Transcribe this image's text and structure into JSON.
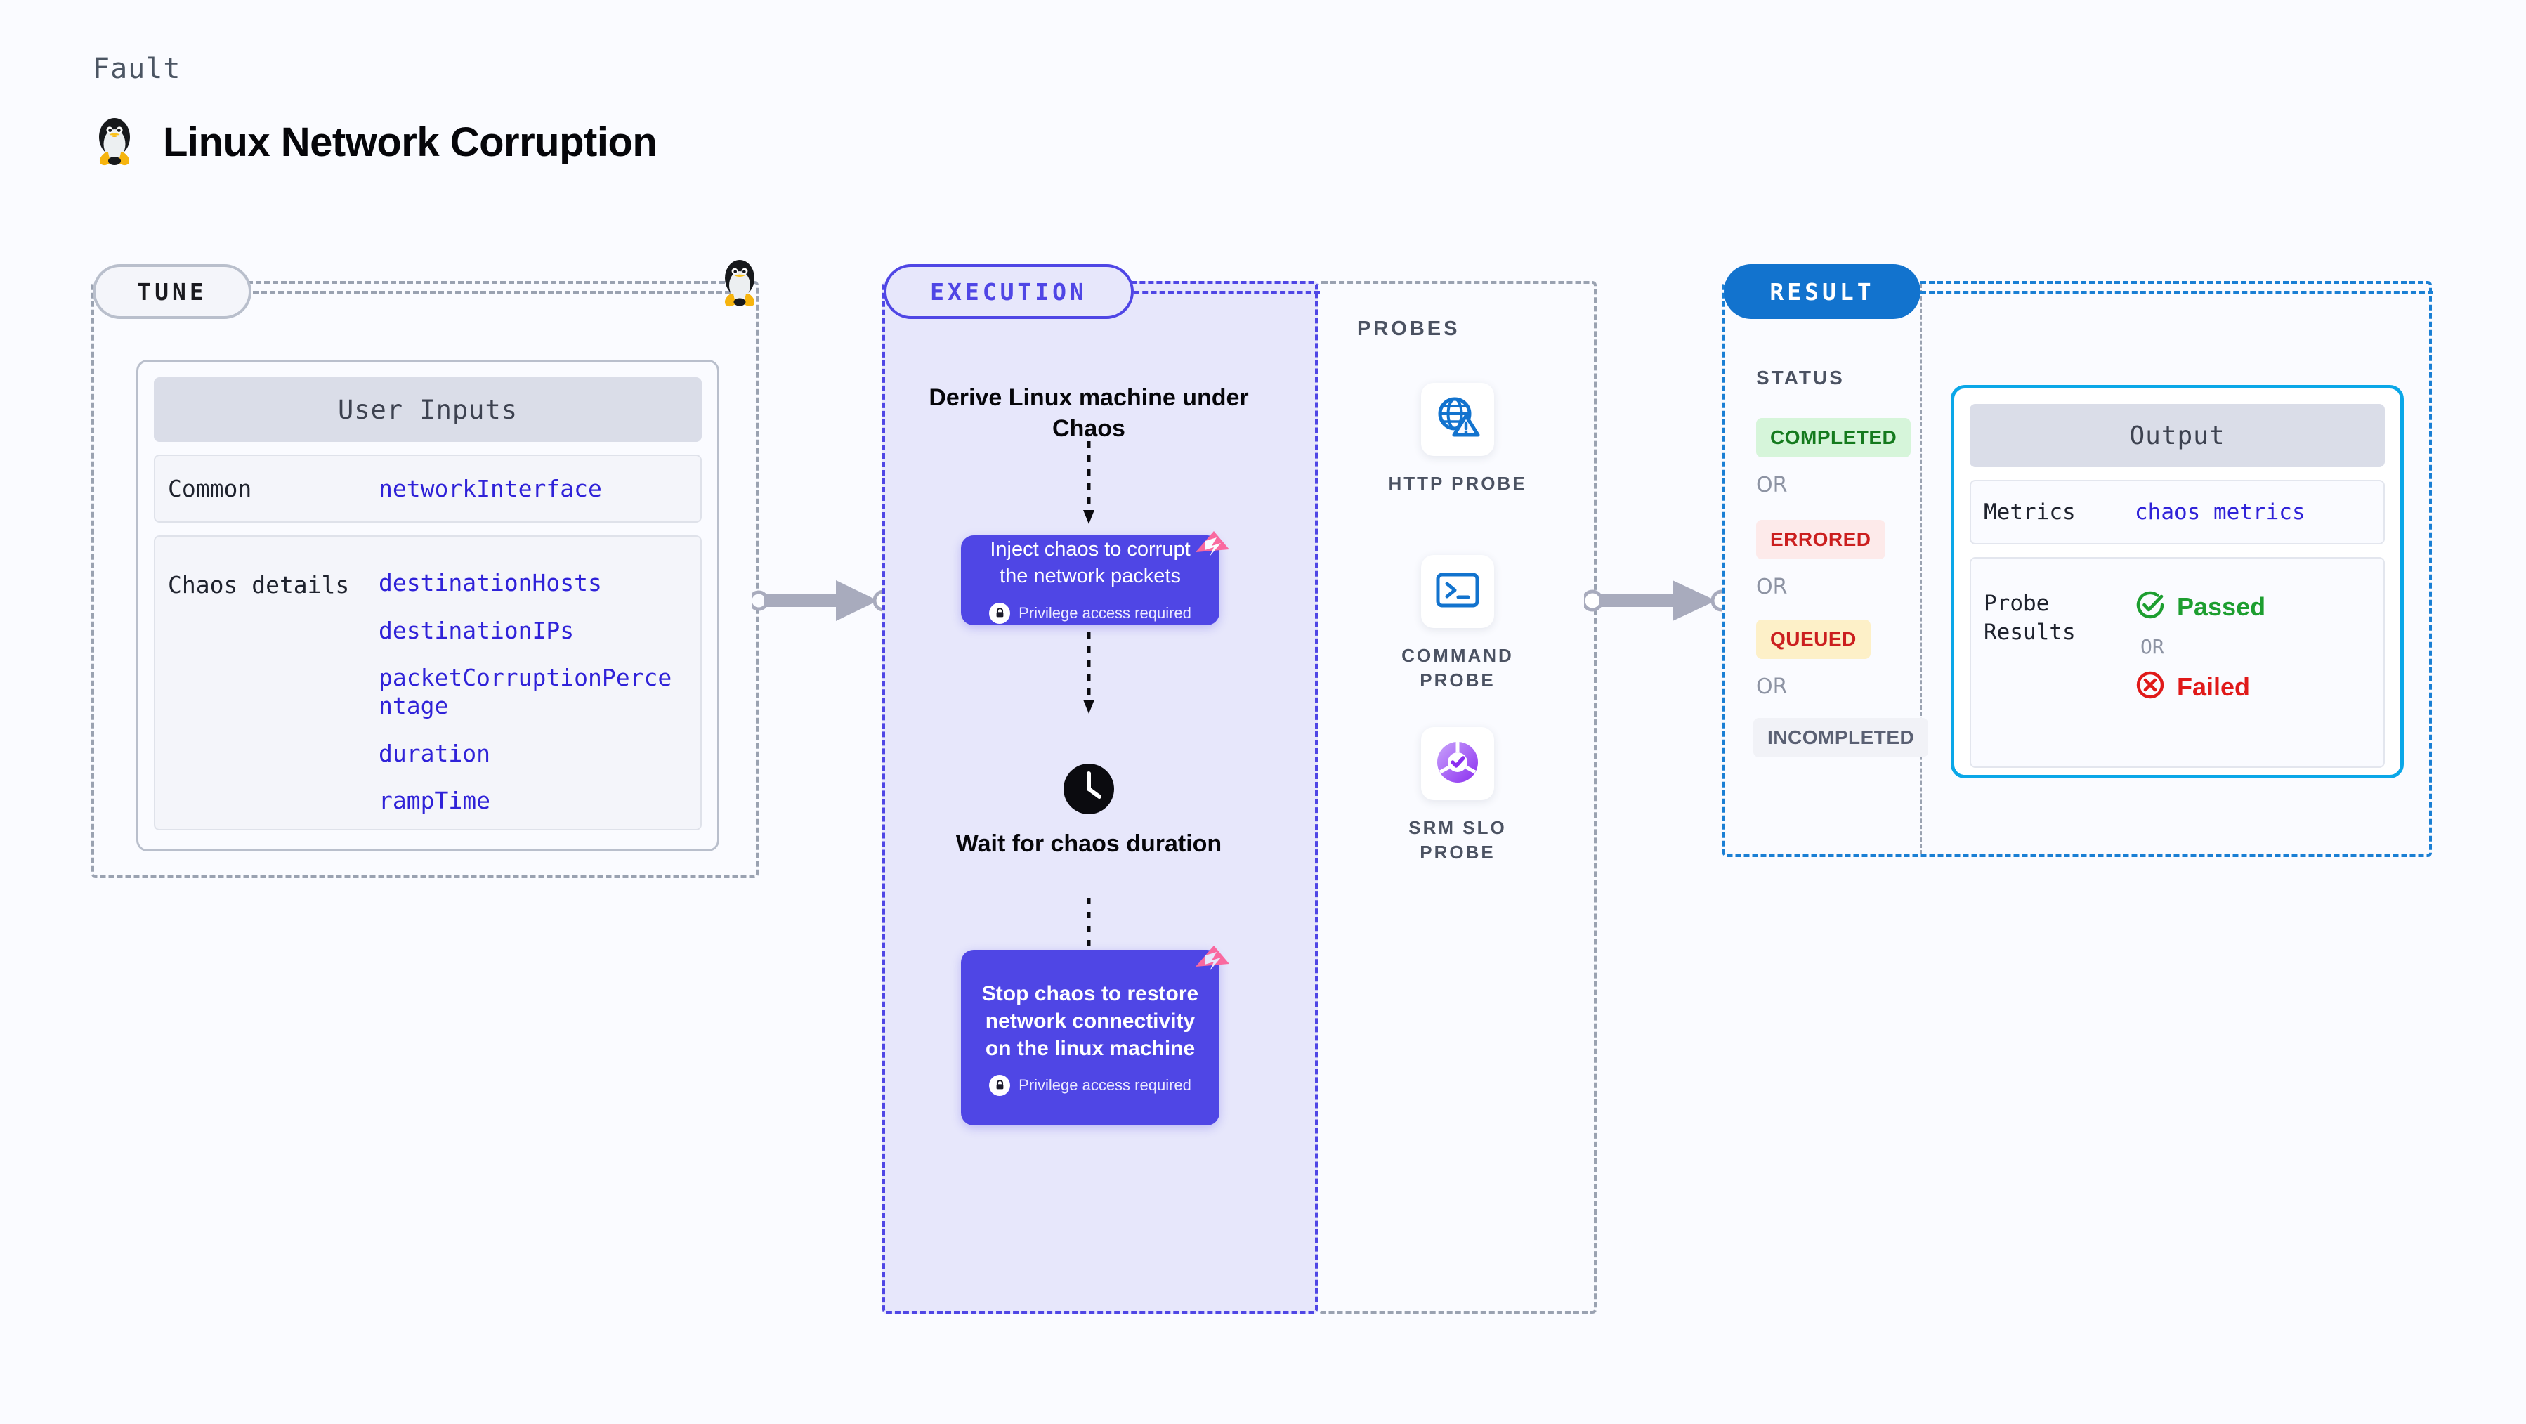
{
  "header": {
    "kicker": "Fault",
    "title": "Linux Network Corruption",
    "icon": "tux-penguin-icon"
  },
  "tune": {
    "pill_label": "TUNE",
    "card_title": "User Inputs",
    "rows": [
      {
        "label": "Common",
        "values": [
          "networkInterface"
        ]
      },
      {
        "label": "Chaos details",
        "values": [
          "destinationHosts",
          "destinationIPs",
          "packetCorruptionPercentage",
          "duration",
          "rampTime"
        ]
      }
    ]
  },
  "execution": {
    "pill_label": "EXECUTION",
    "steps": [
      {
        "kind": "title",
        "text": "Derive Linux machine under Chaos"
      },
      {
        "kind": "node",
        "text": "Inject chaos to corrupt the network packets",
        "privilege": "Privilege access required"
      },
      {
        "kind": "wait",
        "text": "Wait for chaos duration",
        "icon": "clock-icon"
      },
      {
        "kind": "node",
        "text": "Stop chaos to restore network connectivity on the linux machine",
        "privilege": "Privilege access required"
      }
    ]
  },
  "probes": {
    "title": "PROBES",
    "items": [
      {
        "label": "HTTP PROBE",
        "icon": "globe-warning-icon"
      },
      {
        "label": "COMMAND PROBE",
        "icon": "terminal-icon"
      },
      {
        "label": "SRM SLO PROBE",
        "icon": "slo-donut-check-icon"
      }
    ]
  },
  "result": {
    "pill_label": "RESULT",
    "status_title": "STATUS",
    "or_label": "OR",
    "statuses": [
      {
        "label": "COMPLETED",
        "bg": "#d6f5da",
        "fg": "#157a1e"
      },
      {
        "label": "ERRORED",
        "bg": "#fdeaea",
        "fg": "#cb1f1f"
      },
      {
        "label": "QUEUED",
        "bg": "#fdf0c8",
        "fg": "#cb1f1f"
      },
      {
        "label": "INCOMPLETED",
        "bg": "#f1f2f7",
        "fg": "#5a6073"
      }
    ],
    "output": {
      "title": "Output",
      "metrics_label": "Metrics",
      "metrics_value": "chaos metrics",
      "probe_label": "Probe Results",
      "passed": "Passed",
      "failed": "Failed",
      "or_label": "OR",
      "passed_color": "#1d9e30",
      "failed_color": "#e01919"
    }
  },
  "colors": {
    "background": "#fafbff",
    "execution_fill": "#e7e7fb",
    "execution_accent": "#4f46e5",
    "result_accent": "#1273ce",
    "output_border": "#0aa7e8",
    "chaos_flag": "#f9699f",
    "connector": "#a8abbd"
  }
}
